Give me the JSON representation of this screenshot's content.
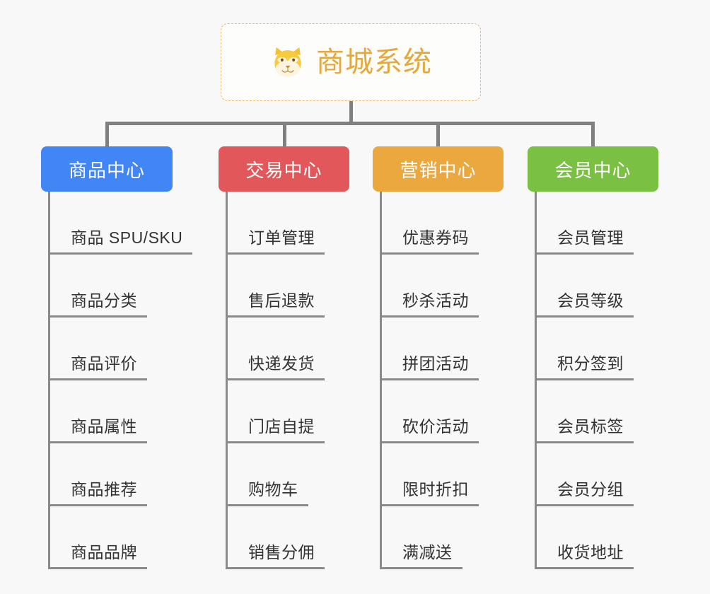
{
  "background_color": "#f8f8f8",
  "root": {
    "title": "商城系统",
    "icon": "shiba-dog-emoji",
    "text_color": "#e3a93c",
    "border_color": "#e8b96a"
  },
  "connector_color": "#808080",
  "categories": [
    {
      "id": "product-center",
      "label": "商品中心",
      "color": "#4285f4",
      "items": [
        "商品 SPU/SKU",
        "商品分类",
        "商品评价",
        "商品属性",
        "商品推荐",
        "商品品牌"
      ]
    },
    {
      "id": "trade-center",
      "label": "交易中心",
      "color": "#e2585a",
      "items": [
        "订单管理",
        "售后退款",
        "快递发货",
        "门店自提",
        "购物车",
        "销售分佣"
      ]
    },
    {
      "id": "marketing-center",
      "label": "营销中心",
      "color": "#eaa83f",
      "items": [
        "优惠券码",
        "秒杀活动",
        "拼团活动",
        "砍价活动",
        "限时折扣",
        "满减送"
      ]
    },
    {
      "id": "member-center",
      "label": "会员中心",
      "color": "#79c043",
      "items": [
        "会员管理",
        "会员等级",
        "积分签到",
        "会员标签",
        "会员分组",
        "收货地址"
      ]
    }
  ]
}
